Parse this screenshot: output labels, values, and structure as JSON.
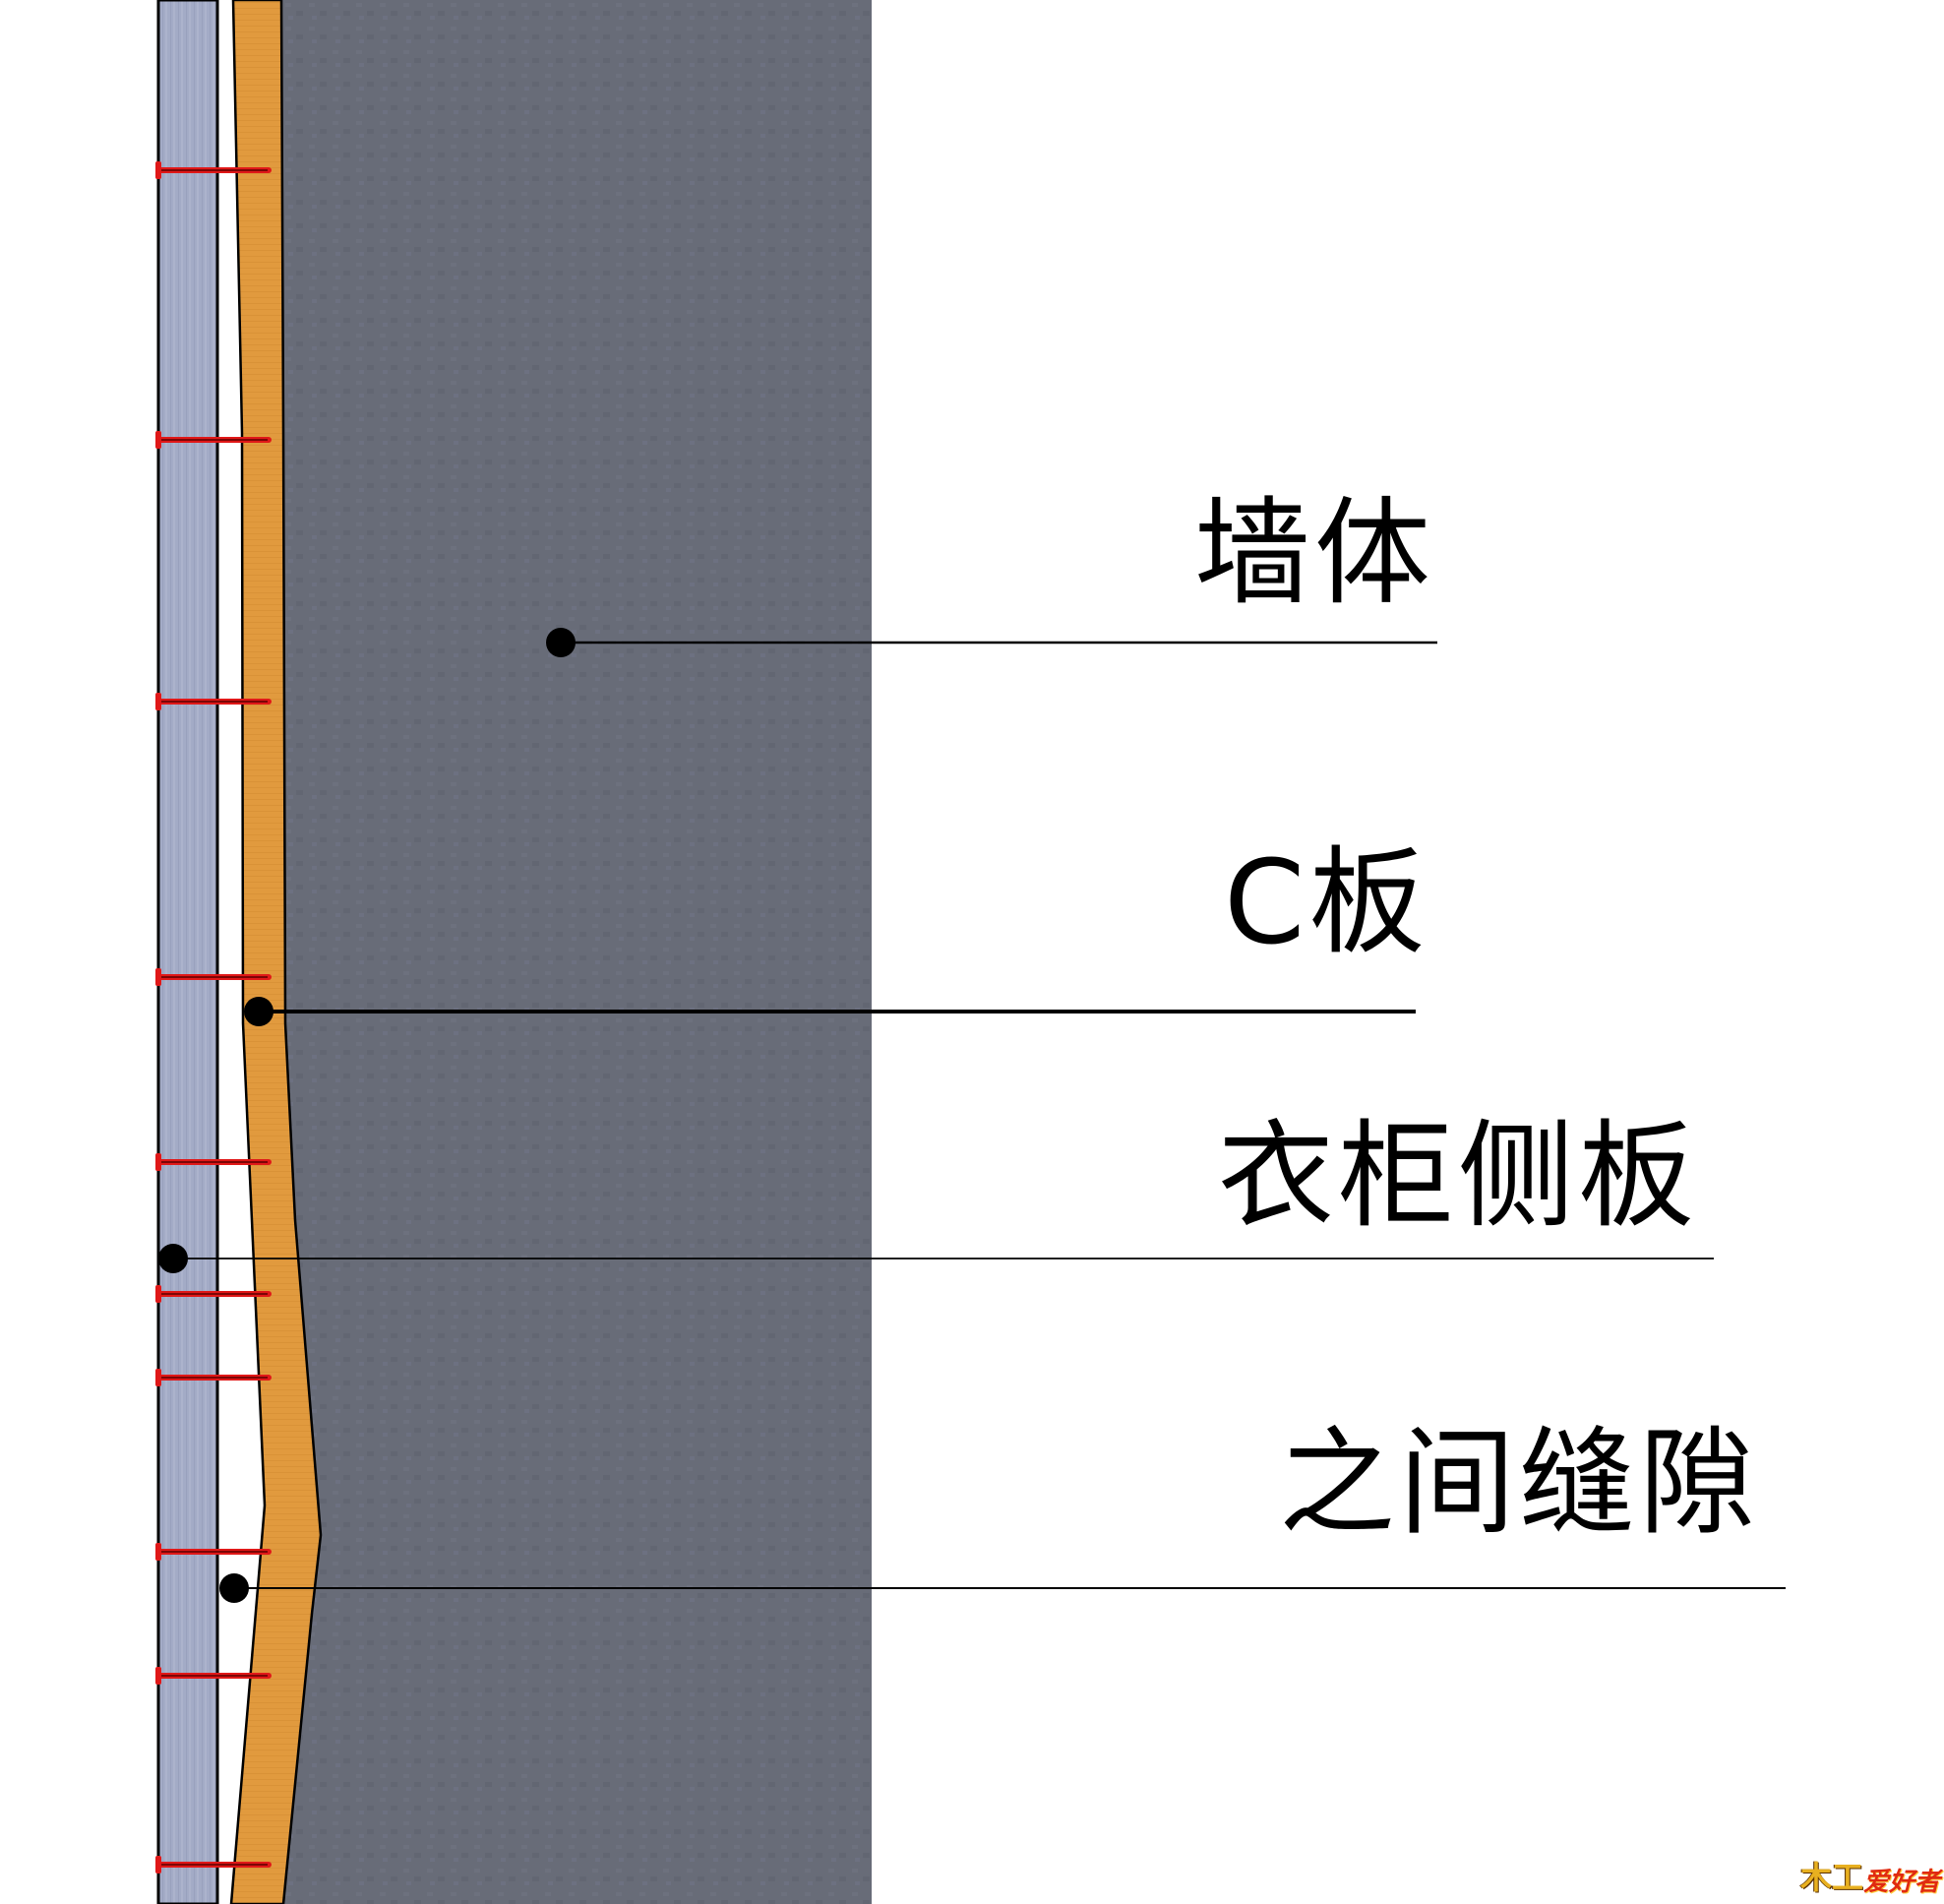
{
  "labels": {
    "wall": "墙体",
    "c_board": "C板",
    "wardrobe_side_panel": "衣柜侧板",
    "gap_between": "之间缝隙"
  },
  "layers": [
    {
      "name": "wardrobe-side-panel",
      "color": "#a3abc6"
    },
    {
      "name": "gap",
      "color": "#ffffff"
    },
    {
      "name": "c-board",
      "color": "#e19a3e"
    },
    {
      "name": "wall",
      "color": "#686c78"
    }
  ],
  "nail_color": "#e01818",
  "nail_count": 10,
  "logo": {
    "mark": "木工",
    "text": "爱好者"
  }
}
